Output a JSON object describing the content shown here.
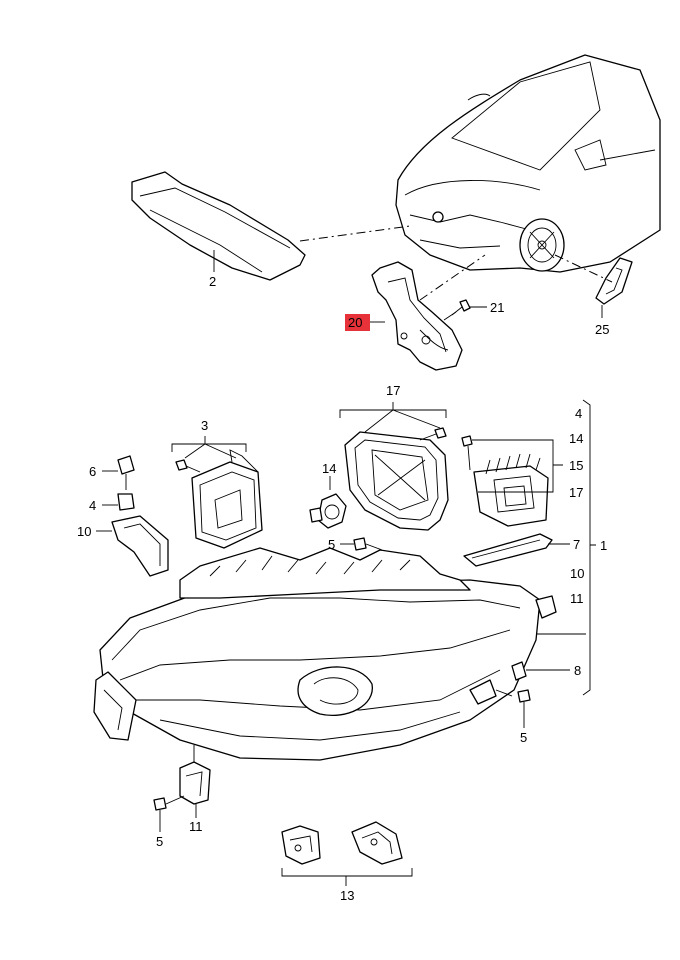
{
  "diagram": {
    "highlight_color": "#e8323a",
    "callouts": {
      "c2": "2",
      "c20": "20",
      "c21": "21",
      "c25": "25",
      "c17a": "17",
      "c3": "3",
      "c4r": "4",
      "c14r": "14",
      "c15": "15",
      "c17r": "17",
      "c6": "6",
      "c4": "4",
      "c10": "10",
      "c14": "14",
      "c5a": "5",
      "c7": "7",
      "c1": "1",
      "c10r": "10",
      "c11r": "11",
      "c8": "8",
      "c5b": "5",
      "c11": "11",
      "c5c": "5",
      "c13": "13"
    }
  }
}
